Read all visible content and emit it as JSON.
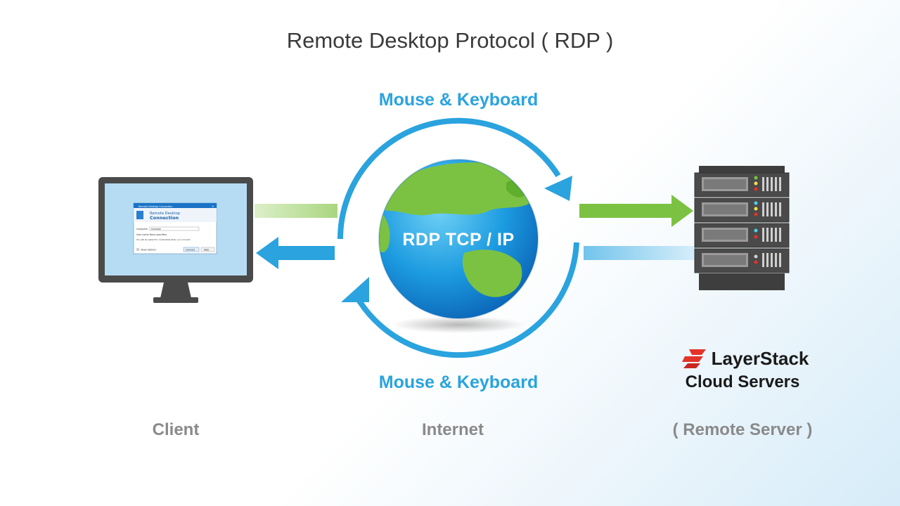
{
  "title": "Remote Desktop Protocol ( RDP )",
  "flow_top_label": "Mouse & Keyboard",
  "flow_bottom_label": "Mouse & Keyboard",
  "globe_label": "RDP TCP / IP",
  "columns": {
    "client": "Client",
    "internet": "Internet",
    "server": "( Remote Server )"
  },
  "brand": {
    "name": "LayerStack",
    "subtitle": "Cloud Servers"
  },
  "dialog": {
    "window_title": "Remote Desktop Connection",
    "heading_line1": "Remote Desktop",
    "heading_line2": "Connection",
    "computer_label": "Computer:",
    "computer_value": "example",
    "username_label": "User name:",
    "username_value": "None specified",
    "note": "You will be asked for credentials when you connect.",
    "show_options": "Show Options",
    "connect_button": "Connect",
    "help_button": "Help"
  },
  "colors": {
    "blue_accent": "#2aa3de",
    "green_arrow": "#7cc242",
    "server_body": "#444444",
    "brand_red": "#e4332a"
  },
  "icons": [
    "monitor-icon",
    "globe-icon",
    "server-rack-icon",
    "layerstack-logo-icon"
  ]
}
